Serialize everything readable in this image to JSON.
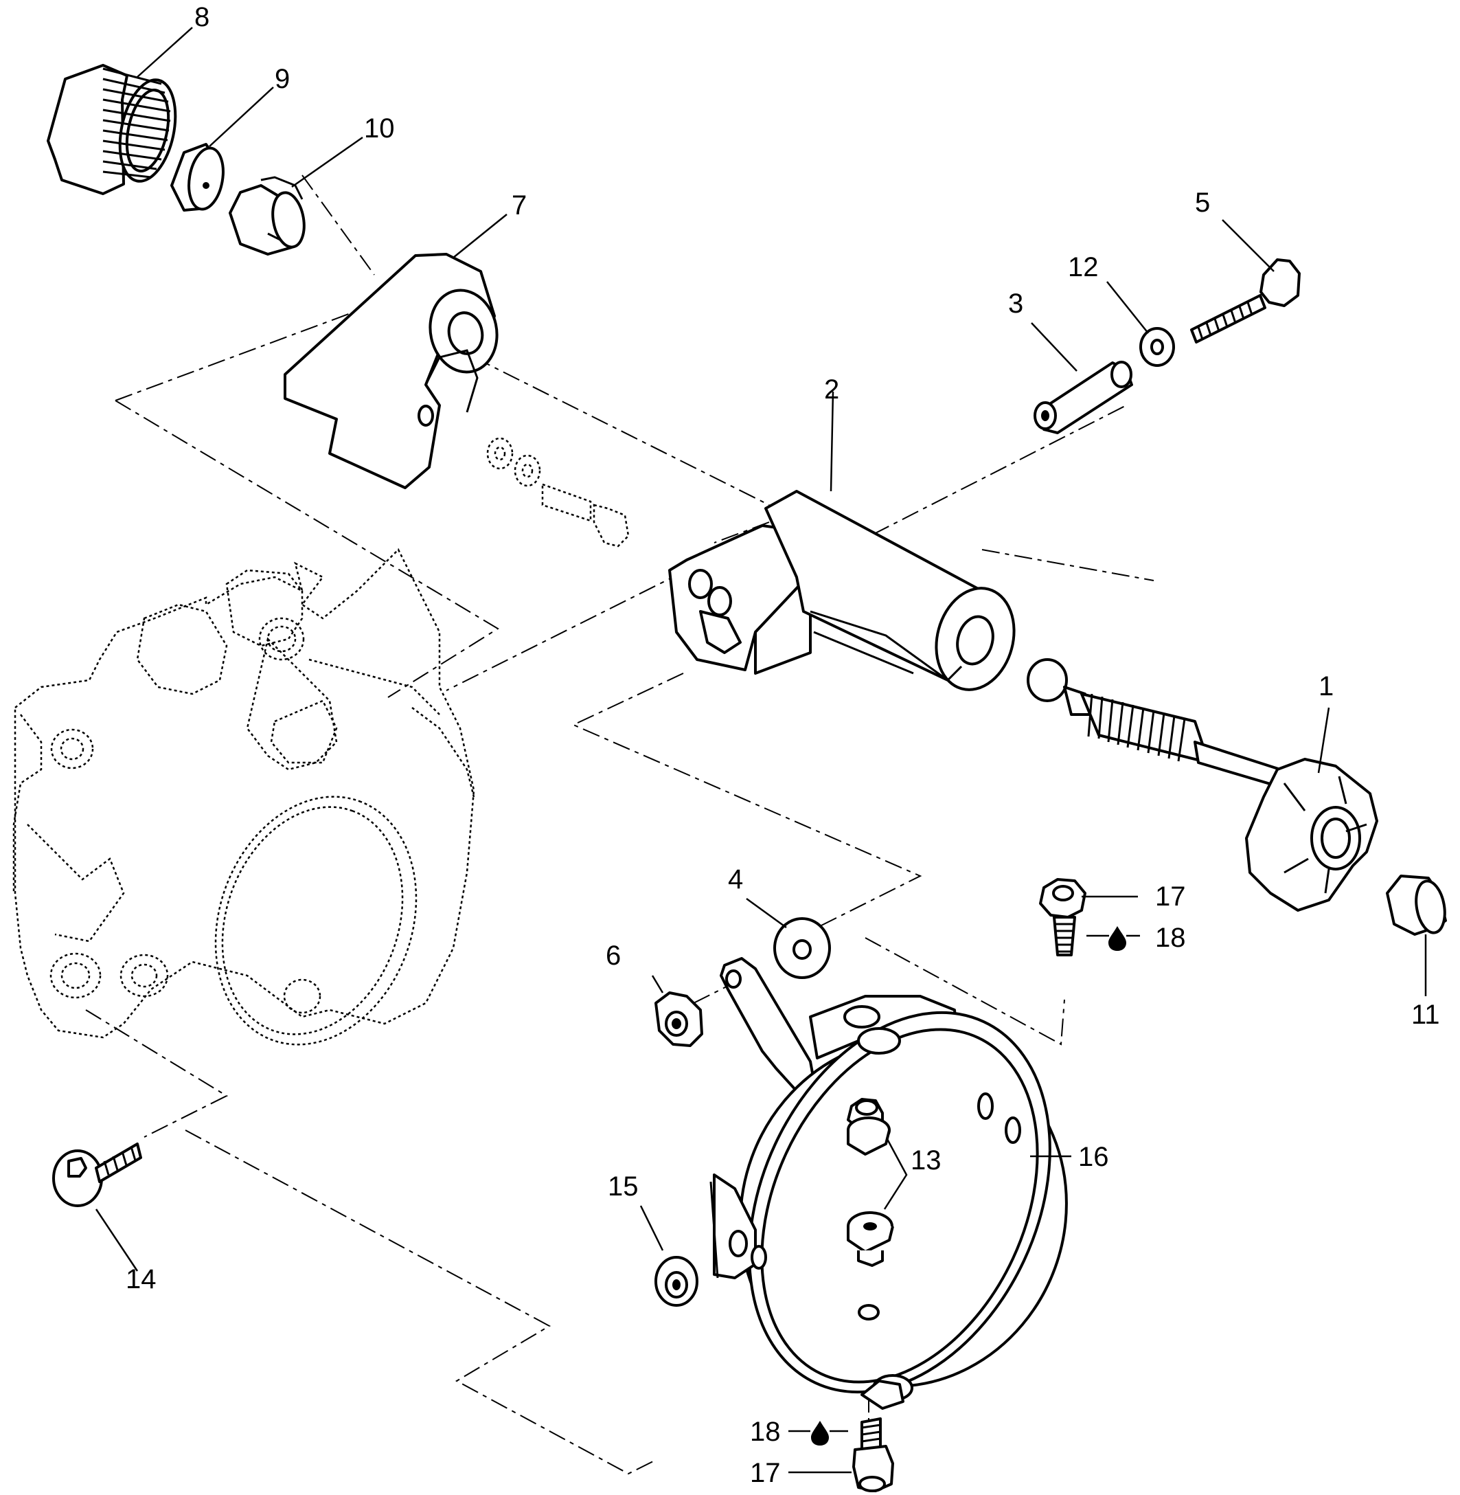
{
  "callouts": {
    "c1": "1",
    "c2": "2",
    "c3": "3",
    "c4": "4",
    "c5": "5",
    "c6": "6",
    "c7": "7",
    "c8": "8",
    "c9": "9",
    "c10": "10",
    "c11": "11",
    "c12": "12",
    "c13": "13",
    "c14": "14",
    "c15": "15",
    "c16": "16",
    "c17a": "17",
    "c18a": "18",
    "c17b": "17",
    "c18b": "18"
  },
  "icons": {
    "lubricant": "oil-drop-icon"
  }
}
